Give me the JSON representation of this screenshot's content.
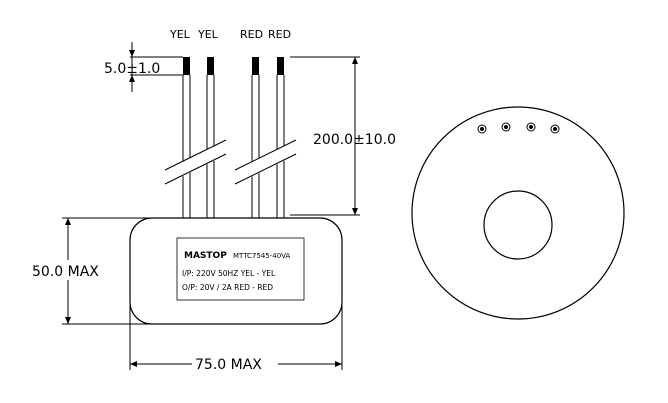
{
  "wire_labels": [
    "YEL",
    "YEL",
    "RED",
    "RED"
  ],
  "dimensions": {
    "strip_length": "5.0±1.0",
    "lead_length": "200.0±10.0",
    "height": "50.0  MAX",
    "diameter": "75.0  MAX"
  },
  "label_plate": {
    "brand": "MASTOP",
    "model": "MTTC7545-40VA",
    "input": "I/P: 220V 50HZ   YEL - YEL",
    "output": "O/P: 20V / 2A RED - RED"
  }
}
